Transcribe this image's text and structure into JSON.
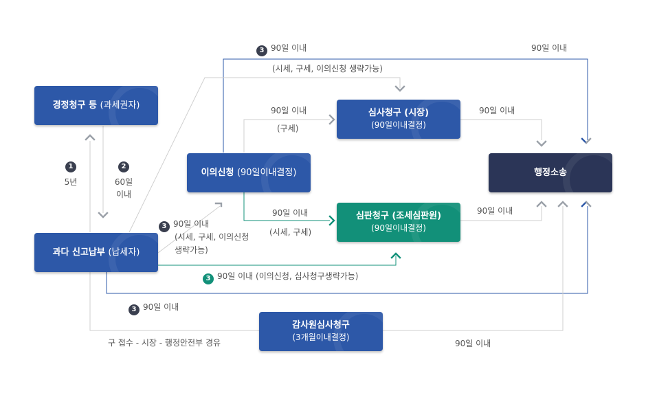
{
  "boxes": {
    "correction": {
      "main": "경정청구 등",
      "sub": "(과세권자)"
    },
    "underpaid": {
      "main": "과다 신고납부",
      "sub": "(납세자)"
    },
    "objection": {
      "main": "이의신청",
      "sub": "(90일이내결정)"
    },
    "review": {
      "main": "심사청구 (시장)",
      "sub": "(90일이내결정)"
    },
    "adjudication": {
      "main": "심판청구 (조세심판원)",
      "sub": "(90일이내결정)"
    },
    "litigation": {
      "main": "행정소송"
    },
    "audit": {
      "main": "감사원심사청구",
      "sub": "(3개월이내결정)"
    }
  },
  "labels": {
    "top_days": "90일 이내",
    "top_badge": "3",
    "top_right_days": "90일 이내",
    "top_note": "(시세, 구세, 이의신청 생략가능)",
    "obj_to_review_days": "90일 이내",
    "obj_to_review_note": "(구세)",
    "review_to_lit": "90일 이내",
    "obj_to_adj_days": "90일 이내",
    "obj_to_adj_note": "(시세, 구세)",
    "adj_to_lit": "90일 이내",
    "step1_badge": "1",
    "step1_text": "5년",
    "step2_badge": "2",
    "step2_text1": "60일",
    "step2_text2": "이내",
    "mid_badge": "3",
    "mid_days": "90일 이내",
    "mid_note1": "(시세, 구세, 이의신청",
    "mid_note2": "생략가능)",
    "green_badge": "3",
    "green_text": "90일 이내 (이의신청, 심사청구생략가능)",
    "bottom_badge": "3",
    "bottom_days": "90일 이내",
    "bottom_left_note": "구 접수 - 시장 - 행정안전부 경유",
    "audit_to_lit": "90일 이내"
  },
  "colors": {
    "blue": "#2d58a8",
    "green": "#129079",
    "navy": "#2b3557",
    "line_gray": "#c8c8c8",
    "line_blue": "#2d58a8"
  }
}
